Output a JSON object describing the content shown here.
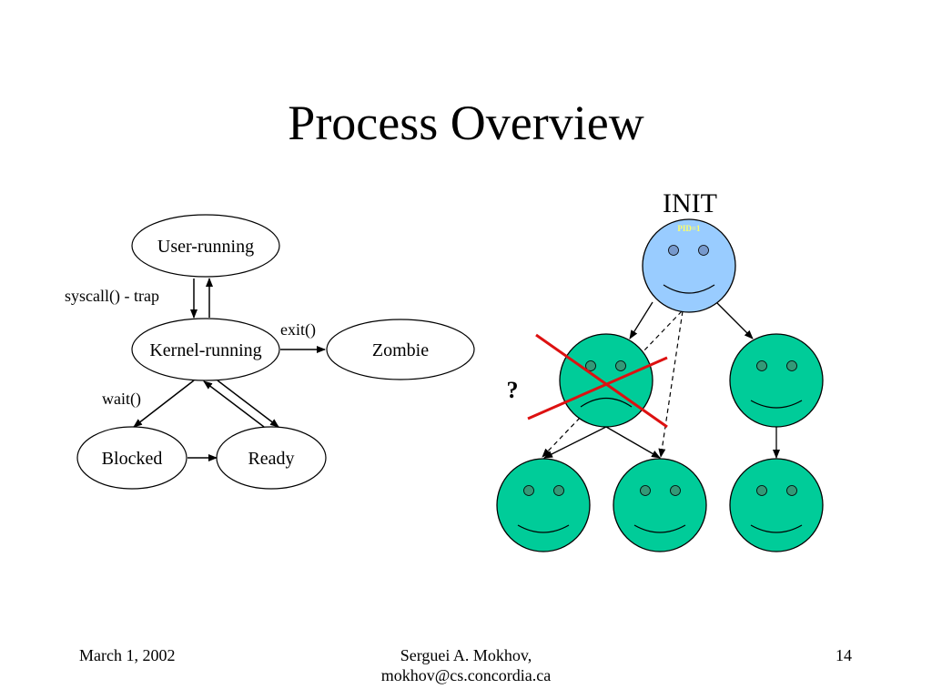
{
  "slide": {
    "title": "Process Overview",
    "footer": {
      "date": "March 1, 2002",
      "author_line1": "Serguei A. Mokhov,",
      "author_line2": "mokhov@cs.concordia.ca",
      "page_number": "14"
    }
  },
  "state_diagram": {
    "states": {
      "user_running": "User-running",
      "kernel_running": "Kernel-running",
      "zombie": "Zombie",
      "blocked": "Blocked",
      "ready": "Ready"
    },
    "transitions": {
      "syscall": "syscall() - trap",
      "exit": "exit()",
      "wait": "wait()"
    }
  },
  "process_tree": {
    "root_label": "INIT",
    "root_pid": "PID=1",
    "orphan_marker": "?",
    "colors": {
      "root_fill": "#99ccff",
      "child_fill": "#00cc99",
      "eye_fill": "#339977",
      "root_eye_fill": "#7799cc",
      "cross": "#dd1111",
      "pid_text": "#ffff66"
    }
  }
}
